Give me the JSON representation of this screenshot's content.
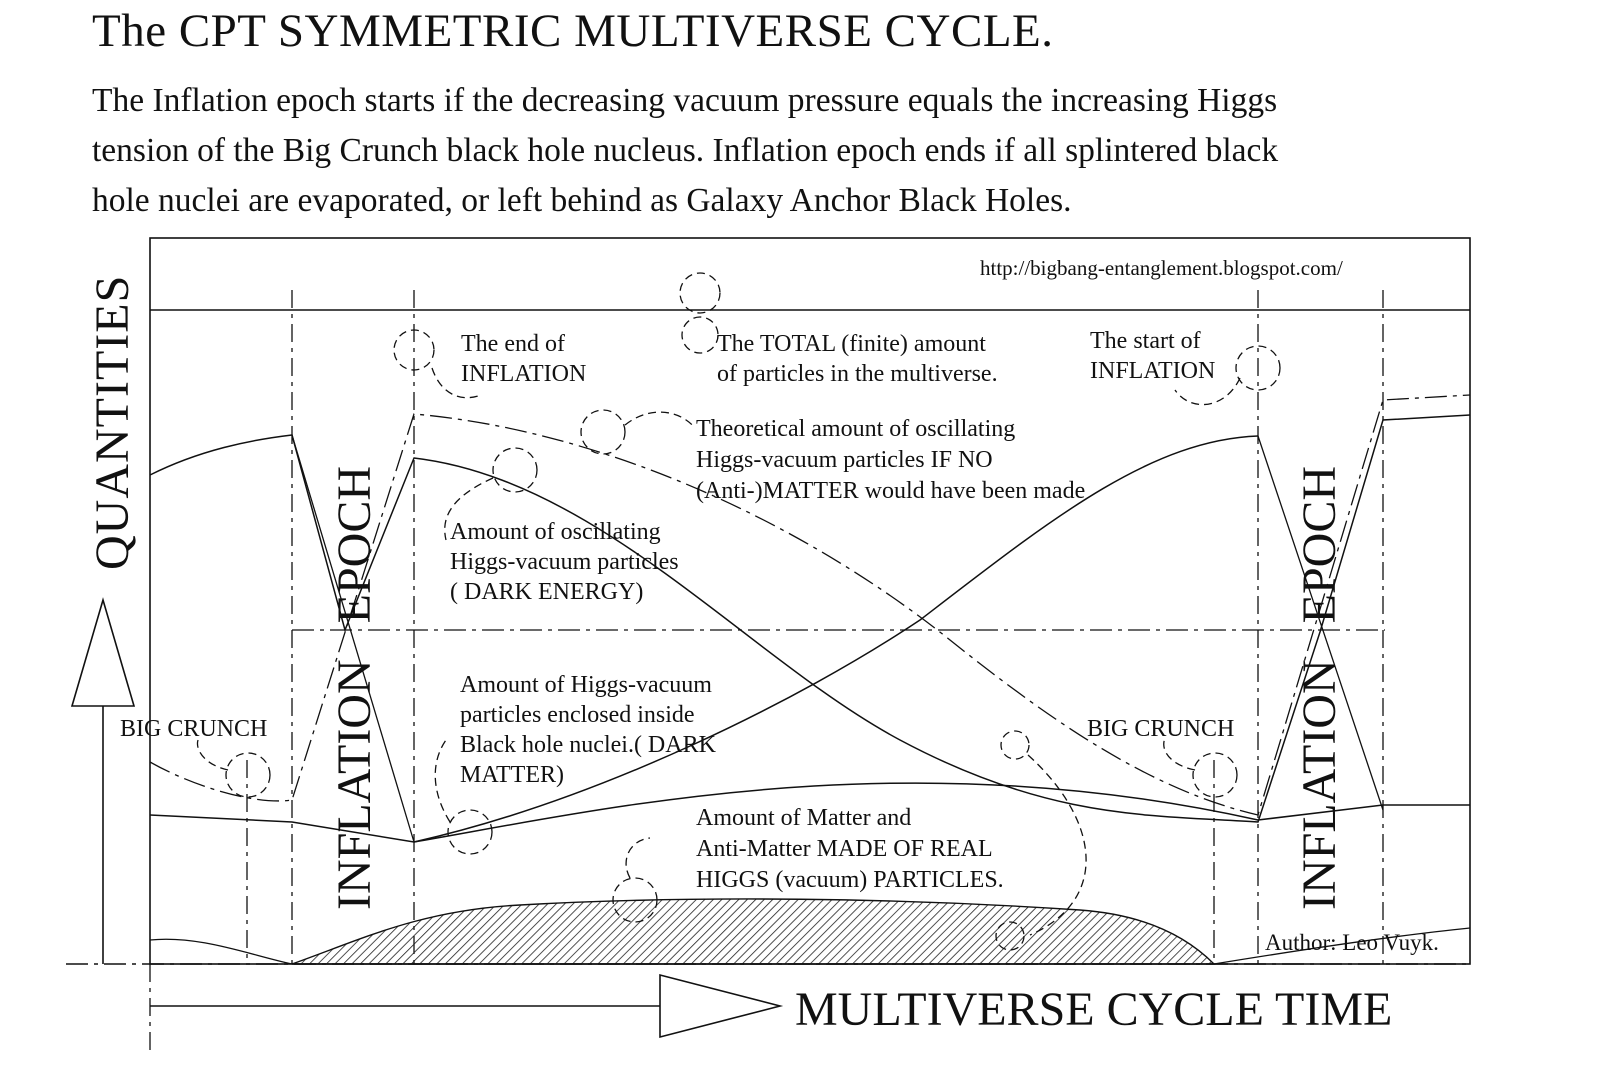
{
  "title": "The CPT  SYMMETRIC MULTIVERSE CYCLE.",
  "description": [
    "The Inflation epoch starts if the decreasing vacuum pressure equals the increasing Higgs",
    "tension of the Big Crunch black hole nucleus. Inflation epoch ends if all splintered black",
    "hole nuclei are evaporated, or left behind as Galaxy Anchor Black Holes."
  ],
  "axes": {
    "y_label": "QUANTITIES",
    "x_label": "MULTIVERSE CYCLE TIME"
  },
  "url": "http://bigbang-entanglement.blogspot.com/",
  "epoch_label": "INFLATION   EPOCH",
  "labels": {
    "end_inflation": [
      "The end of",
      "INFLATION"
    ],
    "start_inflation": [
      "The start of",
      "INFLATION"
    ],
    "total_particles": [
      "The TOTAL (finite) amount",
      "of particles in the multiverse."
    ],
    "theoretical": [
      "Theoretical amount of oscillating",
      "Higgs-vacuum particles IF NO",
      "(Anti-)MATTER would have been made"
    ],
    "dark_energy": [
      "Amount of oscillating",
      "Higgs-vacuum particles",
      "( DARK ENERGY)"
    ],
    "dark_matter": [
      "Amount of Higgs-vacuum",
      "particles enclosed inside",
      "Black hole nuclei.( DARK",
      "MATTER)"
    ],
    "matter": [
      "Amount of Matter and",
      "Anti-Matter MADE OF REAL",
      "HIGGS (vacuum) PARTICLES."
    ],
    "big_crunch_left": "BIG CRUNCH",
    "big_crunch_right": "BIG CRUNCH",
    "author": "Author: Leo Vuyk."
  }
}
